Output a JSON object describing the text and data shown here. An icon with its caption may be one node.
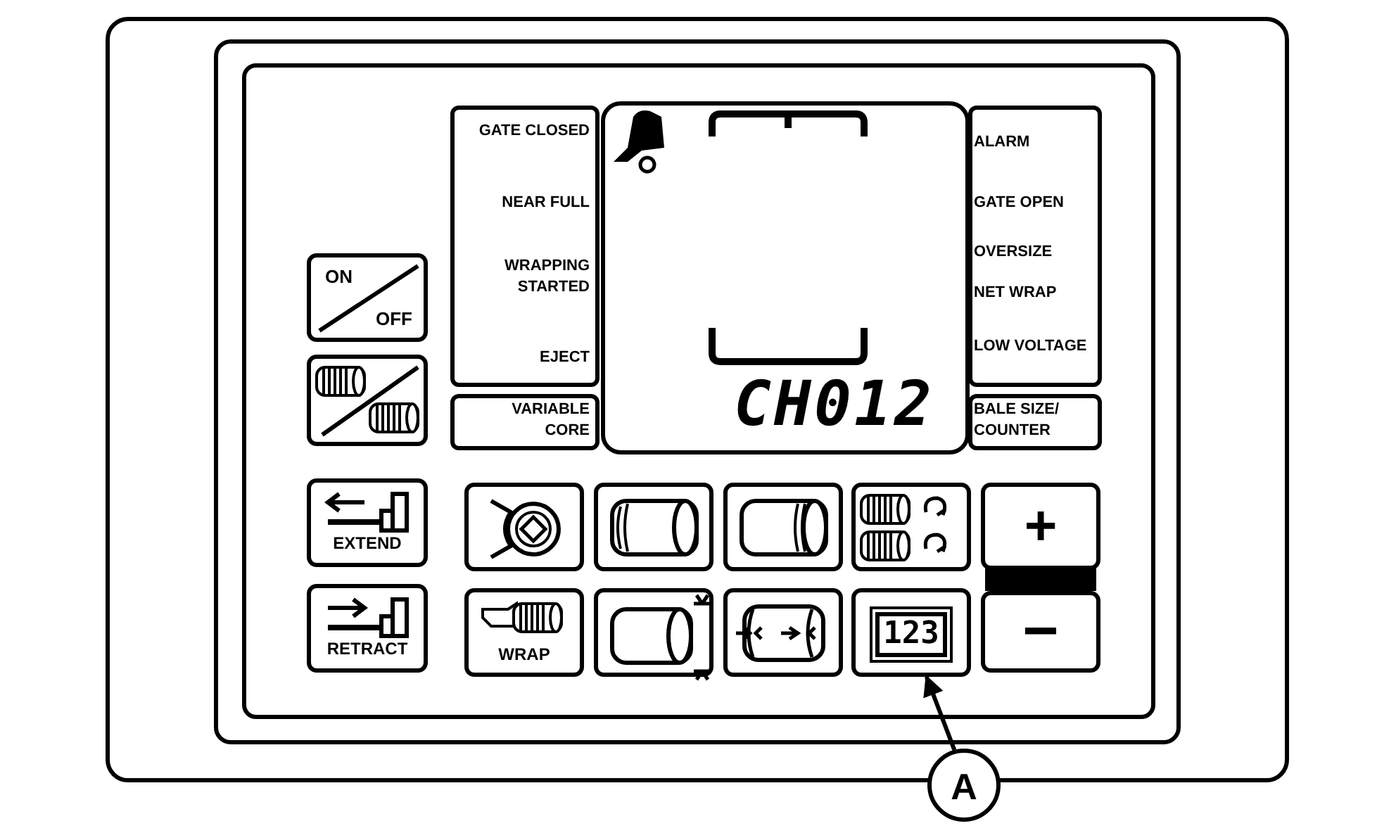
{
  "diagram": {
    "nodes": [
      {
        "text": [
          "CH012"
        ]
      },
      {
        "text": [
          "ON",
          "OFF"
        ]
      },
      {
        "text": [],
        "shape": "box"
      },
      {
        "text": [
          "EXTEND"
        ]
      },
      {
        "text": [],
        "shape": "box"
      },
      {
        "text": [],
        "shape": "box"
      },
      {
        "text": [],
        "shape": "box"
      },
      {
        "text": [],
        "shape": "box"
      },
      {
        "text": [
          "+"
        ]
      },
      {
        "text": [
          "RETRACT"
        ]
      },
      {
        "text": [
          "WRAP"
        ]
      },
      {
        "text": [],
        "shape": "box"
      },
      {
        "text": [],
        "shape": "box"
      },
      {
        "text": [
          "123"
        ]
      },
      {
        "text": [
          "−"
        ]
      },
      {
        "text": [
          "A"
        ]
      },
      {
        "text": [],
        "shape": "bar"
      }
    ],
    "edges": [
      {
        "from": 15,
        "to": 13,
        "arrow": "to"
      }
    ],
    "labels": [
      "GATE CLOSED",
      "ALARM",
      "NEAR FULL",
      "GATE OPEN",
      "WRAPPING STARTED",
      "OVERSIZE",
      "NET WRAP",
      "EJECT",
      "LOW VOLTAGE",
      "VARIABLE CORE",
      "BALE SIZE/ COUNTER"
    ]
  }
}
